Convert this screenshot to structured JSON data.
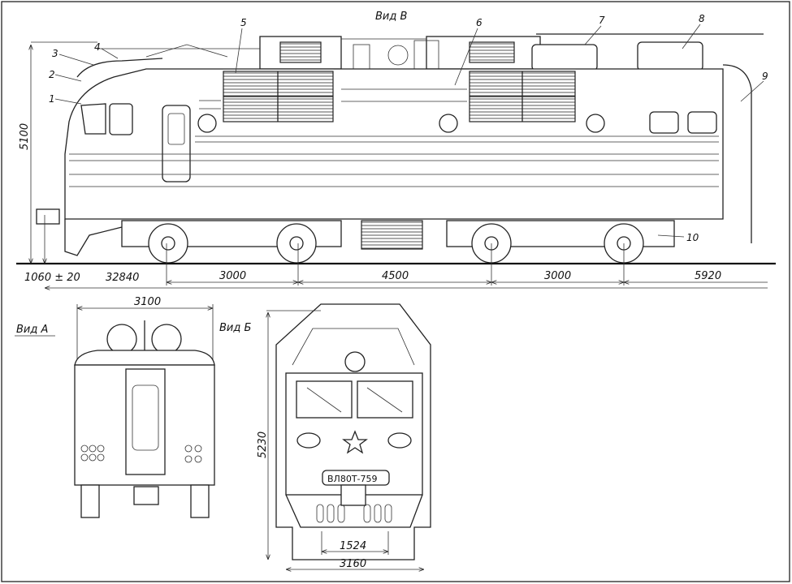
{
  "title": "Вид В",
  "views": {
    "view_a": "Вид А",
    "view_b": "Вид Б",
    "view_v": "Вид В"
  },
  "callouts": [
    "1",
    "2",
    "3",
    "4",
    "5",
    "6",
    "7",
    "8",
    "9",
    "10"
  ],
  "side_dimensions": {
    "height": "5100",
    "coupler_height": "1060 ± 20",
    "total_length": "32840",
    "bogie_base_1": "3000",
    "bogie_centers": "4500",
    "bogie_base_2": "3000",
    "overhang": "5920"
  },
  "rear_view_dimensions": {
    "width": "3100"
  },
  "front_view_dimensions": {
    "height": "5230",
    "gauge": "1524",
    "width": "3160"
  },
  "number_plate": "ВЛ80Т-759"
}
